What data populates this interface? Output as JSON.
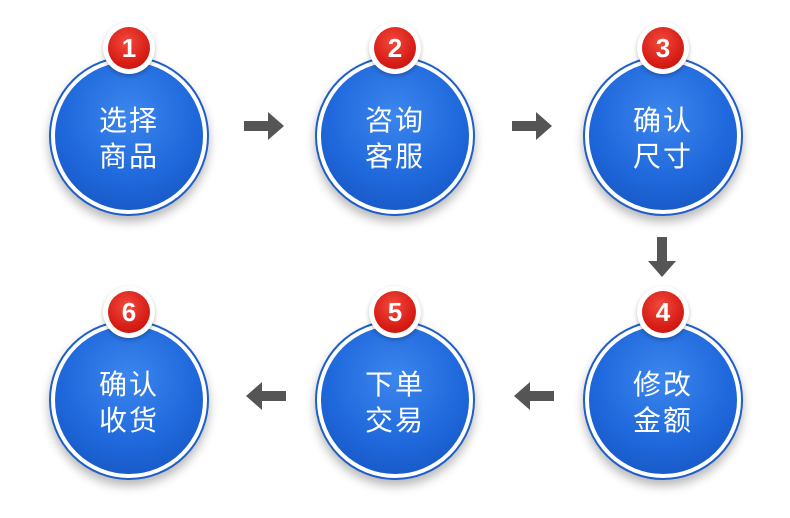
{
  "steps": [
    {
      "number": "1",
      "line1": "选择",
      "line2": "商品"
    },
    {
      "number": "2",
      "line1": "咨询",
      "line2": "客服"
    },
    {
      "number": "3",
      "line1": "确认",
      "line2": "尺寸"
    },
    {
      "number": "4",
      "line1": "修改",
      "line2": "金额"
    },
    {
      "number": "5",
      "line1": "下单",
      "line2": "交易"
    },
    {
      "number": "6",
      "line1": "确认",
      "line2": "收货"
    }
  ],
  "colors": {
    "circle_blue": "#1f68dc",
    "badge_red": "#d81e16",
    "arrow_gray": "#555555"
  }
}
